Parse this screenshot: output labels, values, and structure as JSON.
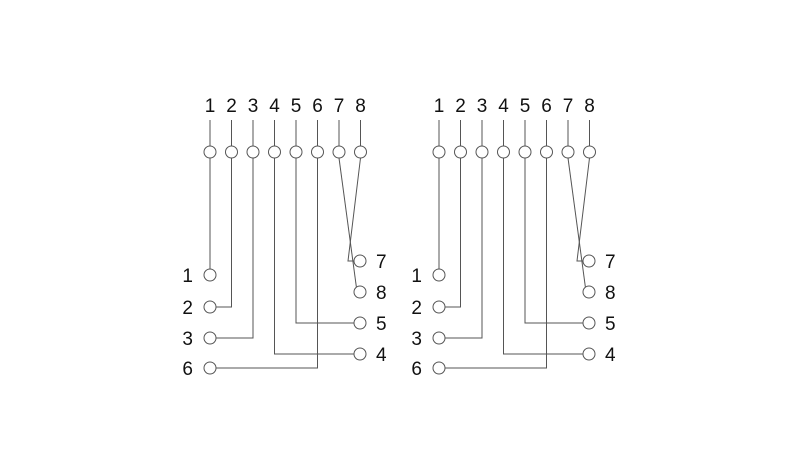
{
  "colors": {
    "line": "#555555",
    "text": "#111111",
    "background": "#ffffff"
  },
  "diagrams": [
    {
      "top_pins": [
        "1",
        "2",
        "3",
        "4",
        "5",
        "6",
        "7",
        "8"
      ],
      "left_pins": [
        "1",
        "2",
        "3",
        "6"
      ],
      "right_pins": [
        "7",
        "8",
        "5",
        "4"
      ],
      "wiring": [
        {
          "from": "1",
          "to": "left:1"
        },
        {
          "from": "2",
          "to": "left:2"
        },
        {
          "from": "3",
          "to": "left:3"
        },
        {
          "from": "4",
          "to": "right:4"
        },
        {
          "from": "5",
          "to": "right:5"
        },
        {
          "from": "6",
          "to": "left:6"
        },
        {
          "from": "7",
          "to": "right:8"
        },
        {
          "from": "8",
          "to": "right:7"
        }
      ]
    },
    {
      "top_pins": [
        "1",
        "2",
        "3",
        "4",
        "5",
        "6",
        "7",
        "8"
      ],
      "left_pins": [
        "1",
        "2",
        "3",
        "6"
      ],
      "right_pins": [
        "7",
        "8",
        "5",
        "4"
      ],
      "wiring": [
        {
          "from": "1",
          "to": "left:1"
        },
        {
          "from": "2",
          "to": "left:2"
        },
        {
          "from": "3",
          "to": "left:3"
        },
        {
          "from": "4",
          "to": "right:4"
        },
        {
          "from": "5",
          "to": "right:5"
        },
        {
          "from": "6",
          "to": "left:6"
        },
        {
          "from": "7",
          "to": "right:8"
        },
        {
          "from": "8",
          "to": "right:7"
        }
      ]
    }
  ]
}
